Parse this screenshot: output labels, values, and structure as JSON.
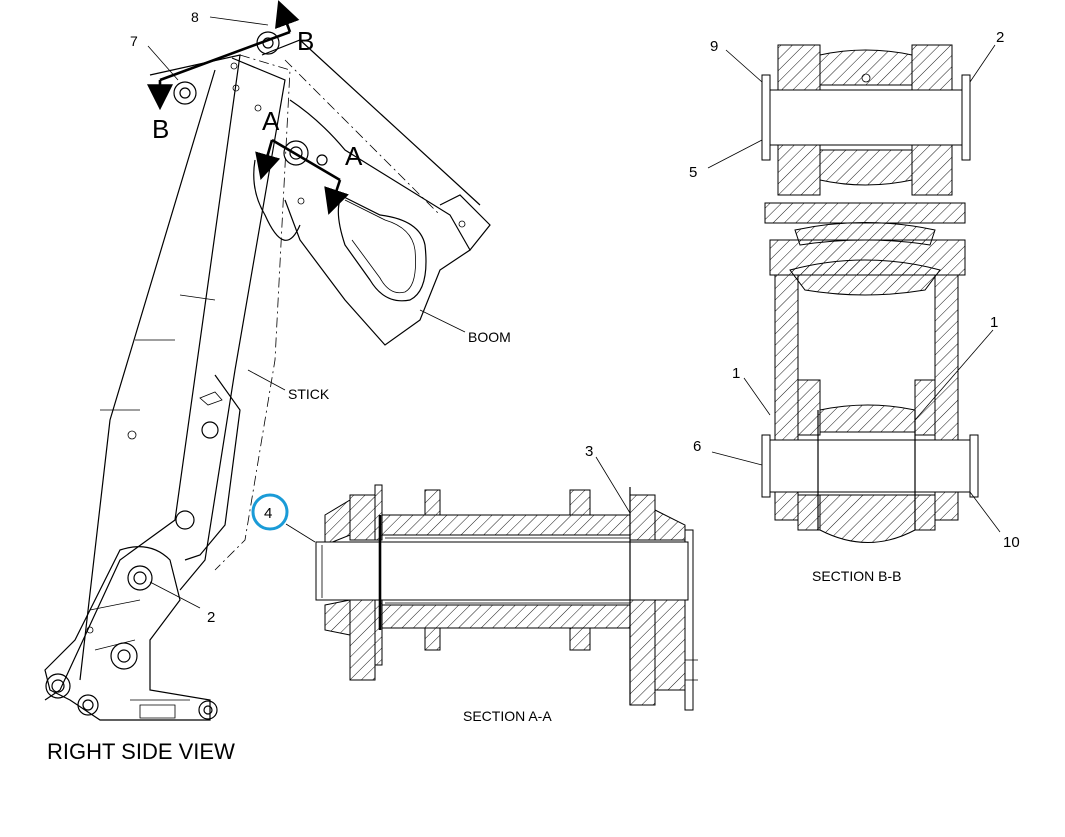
{
  "views": {
    "right_side": {
      "title": "RIGHT SIDE VIEW",
      "labels": {
        "stick": "STICK",
        "boom": "BOOM",
        "section_a_left": "A",
        "section_a_right": "A",
        "section_b_left": "B",
        "section_b_right": "B",
        "callout_7": "7",
        "callout_8": "8",
        "callout_2": "2"
      }
    },
    "section_aa": {
      "title": "SECTION A-A",
      "callouts": {
        "c3": "3",
        "c4": "4"
      },
      "highlight_color": "#1a9bd7"
    },
    "section_bb": {
      "title": "SECTION B-B",
      "callouts": {
        "c9": "9",
        "c2": "2",
        "c5": "5",
        "c1_left": "1",
        "c1_right": "1",
        "c6": "6",
        "c10": "10"
      }
    }
  }
}
